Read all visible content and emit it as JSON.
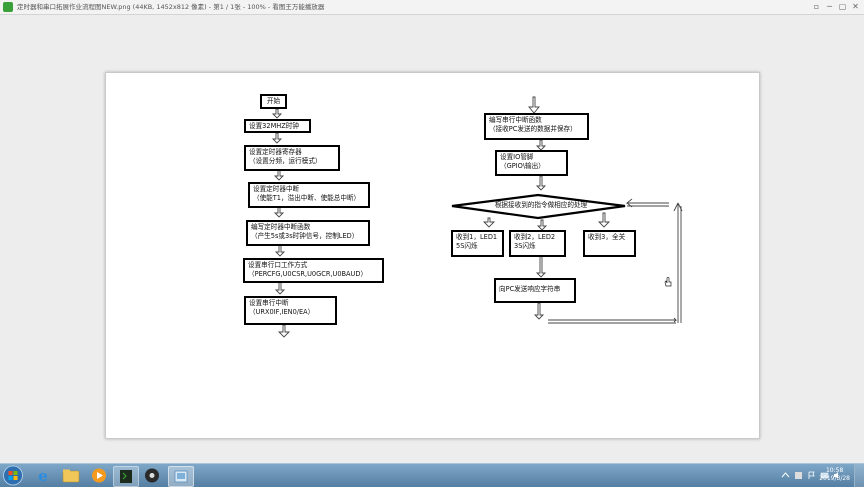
{
  "window": {
    "title": "定时器和串口拓展作业流程图NEW.png (44KB, 1452x812 像素) - 第1 / 1张 - 100% - 看图王万能播放器",
    "controls": [
      "▫",
      "─",
      "▢",
      "✕"
    ]
  },
  "flowchart": {
    "left": [
      {
        "line1": "开始"
      },
      {
        "line1": "设置32MHZ时钟"
      },
      {
        "line1": "设置定时器寄存器",
        "line2": "（设置分频，运行模式）"
      },
      {
        "line1": "设置定时器中断",
        "line2": "（使能T1，溢出中断、使能总中断）"
      },
      {
        "line1": "编写定时器中断函数",
        "line2": "（产生5s或3s时钟信号，控制LED）"
      },
      {
        "line1": "设置串行口工作方式",
        "line2": "（PERCFG,U0CSR,U0GCR,U0BAUD）"
      },
      {
        "line1": "设置串行中断",
        "line2": "（URX0IF,IEN0/EA）"
      }
    ],
    "right": [
      {
        "line1": "编写串行中断函数",
        "line2": "（接收PC发送的数据并保存）"
      },
      {
        "line1": "设置IO管脚",
        "line2": "（GPIO\\输出）"
      },
      {
        "line1": "根据接收到的指令做相应的处理"
      },
      {
        "line1": "收到1，LED1",
        "line2": "5S闪烁"
      },
      {
        "line1": "收到2，LED2",
        "line2": "3S闪烁"
      },
      {
        "line1": "收到3，全关"
      },
      {
        "line1": "向PC发送响应字符串"
      }
    ]
  },
  "taskbar": {
    "clock_time": "10:58",
    "clock_date": "2019/3/28",
    "colors": {
      "taskbar": "#6790b5",
      "accent": "#3aa13a"
    }
  }
}
